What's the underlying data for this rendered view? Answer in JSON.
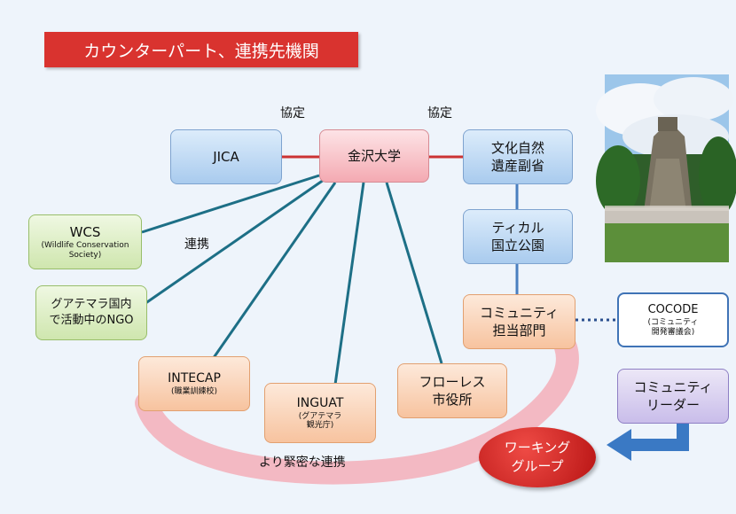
{
  "title": "カウンターパート、連携先機関",
  "labels": {
    "agreement_left": "協定",
    "agreement_right": "協定",
    "cooperation": "連携",
    "closer_cooperation": "より緊密な連携"
  },
  "nodes": {
    "jica": "JICA",
    "kanazawa": "金沢大学",
    "ministry": [
      "文化自然",
      "遺産副省"
    ],
    "tikal": [
      "ティカル",
      "国立公園"
    ],
    "wcs": {
      "name": "WCS",
      "sub": [
        "(Wildlife Conservation",
        "Society)"
      ]
    },
    "ngo": [
      "グアテマラ国内",
      "で活動中のNGO"
    ],
    "community_dept": [
      "コミュニティ",
      "担当部門"
    ],
    "cocode": {
      "name": "COCODE",
      "sub": [
        "(コミュニティ",
        "開発審議会)"
      ]
    },
    "intecap": {
      "name": "INTECAP",
      "sub": [
        "(職業訓練校)"
      ]
    },
    "inguat": {
      "name": "INGUAT",
      "sub": [
        "(グアテマラ",
        "観光庁)"
      ]
    },
    "flores": [
      "フローレス",
      "市役所"
    ],
    "leader": [
      "コミュニティ",
      "リーダー"
    ],
    "working_group": [
      "ワーキング",
      "グループ"
    ]
  },
  "colors": {
    "title_bg": "#d9332f",
    "agreement_line": "#cc3333",
    "cooperation_line": "#1d6f86",
    "ministry_line": "#4a7fc0",
    "closer_arc": "#f3b3bd",
    "working_group": "#d32020",
    "arrow": "#3a79c4"
  }
}
